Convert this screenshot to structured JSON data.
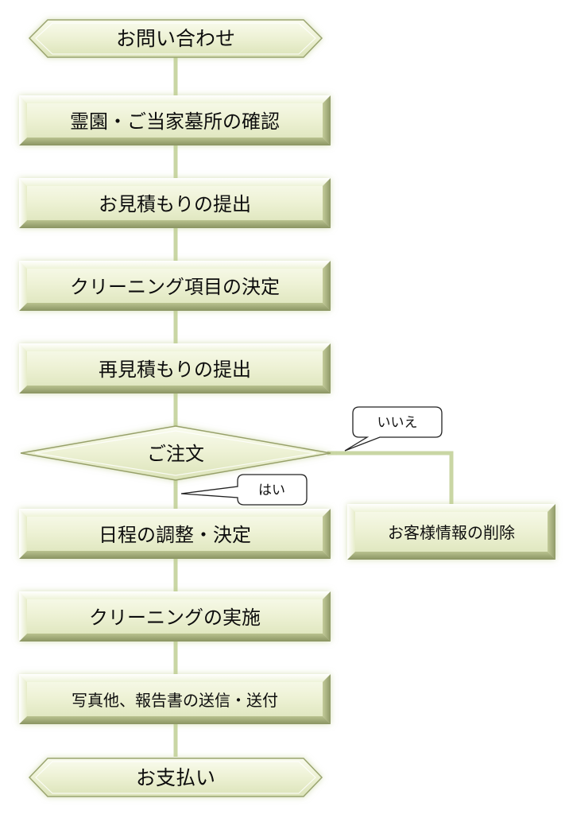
{
  "flow": {
    "start": "お問い合わせ",
    "step1": "霊園・ご当家墓所の確認",
    "step2": "お見積もりの提出",
    "step3": "クリーニング項目の決定",
    "step4": "再見積もりの提出",
    "decision": "ご注文",
    "yes_label": "はい",
    "no_label": "いいえ",
    "no_step": "お客様情報の削除",
    "step5": "日程の調整・決定",
    "step6": "クリーニングの実施",
    "step7": "写真他、報告書の送信・送付",
    "end": "お支払い"
  },
  "colors": {
    "box_light": "#f6f8e6",
    "box_mid": "#dfe7c0",
    "box_dark": "#a8b27c",
    "connector": "#c9d6a4",
    "glow": "#b8c883",
    "callout_border": "#222222",
    "callout_fill": "#ffffff"
  }
}
